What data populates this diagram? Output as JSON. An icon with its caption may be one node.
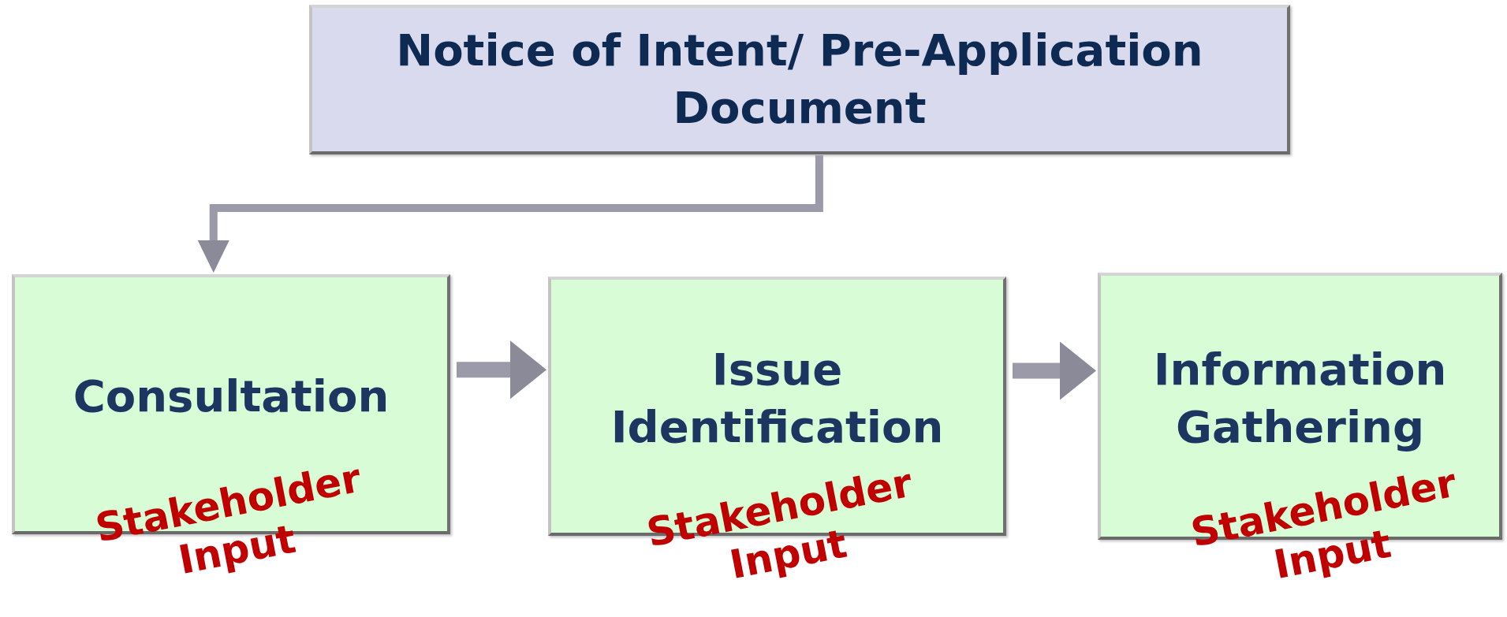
{
  "diagram": {
    "nodes": [
      {
        "text": [
          "Notice of Intent/ Pre-Application Document"
        ]
      },
      {
        "text": [
          "Consultation",
          "Stakeholder Input"
        ]
      },
      {
        "text": [
          "Issue Identification",
          "Stakeholder Input"
        ]
      },
      {
        "text": [
          "Information Gathering",
          "Stakeholder Input"
        ]
      }
    ],
    "edges": [
      {
        "from": 0,
        "to": 1,
        "arrow": "to"
      },
      {
        "from": 1,
        "to": 2,
        "arrow": "to"
      },
      {
        "from": 2,
        "to": 3,
        "arrow": "to"
      }
    ]
  }
}
